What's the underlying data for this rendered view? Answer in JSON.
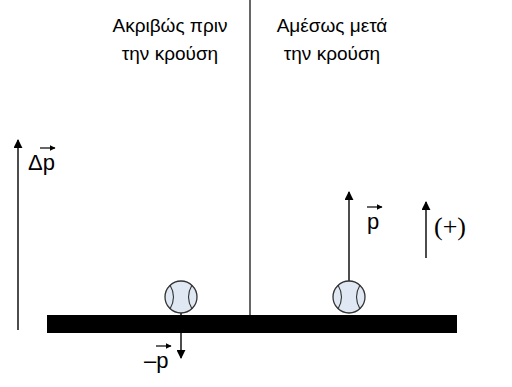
{
  "diagram": {
    "labels": [
      "Ακριβώς πριν την κρούση",
      "Αμέσως μετά την κρούση",
      "Δp",
      "p",
      "–p",
      "(+)"
    ]
  }
}
